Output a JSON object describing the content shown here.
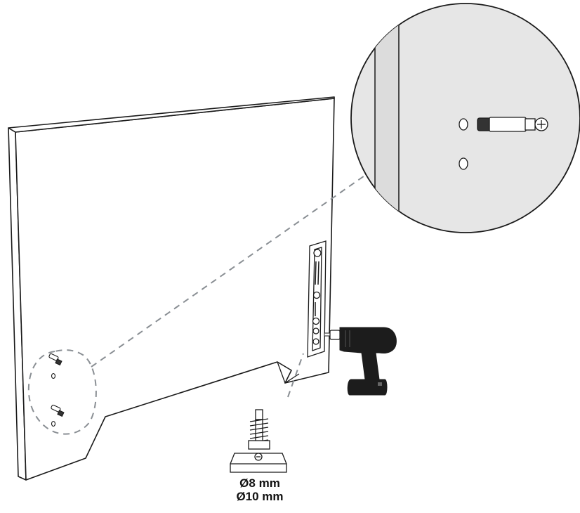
{
  "figure": {
    "dimensions": [
      "Ø8 mm",
      "Ø10 mm"
    ],
    "colors": {
      "panel": "#ffffff",
      "outline": "#1a1a1a",
      "magnifier_fill": "#e6e6e6",
      "leader_dash": "#8a8f94",
      "drill_body": "#1c1c1c"
    },
    "icons": [
      "panel",
      "magnifier",
      "dowel-pin",
      "mounting-rail",
      "power-drill",
      "spring-bolt"
    ]
  }
}
